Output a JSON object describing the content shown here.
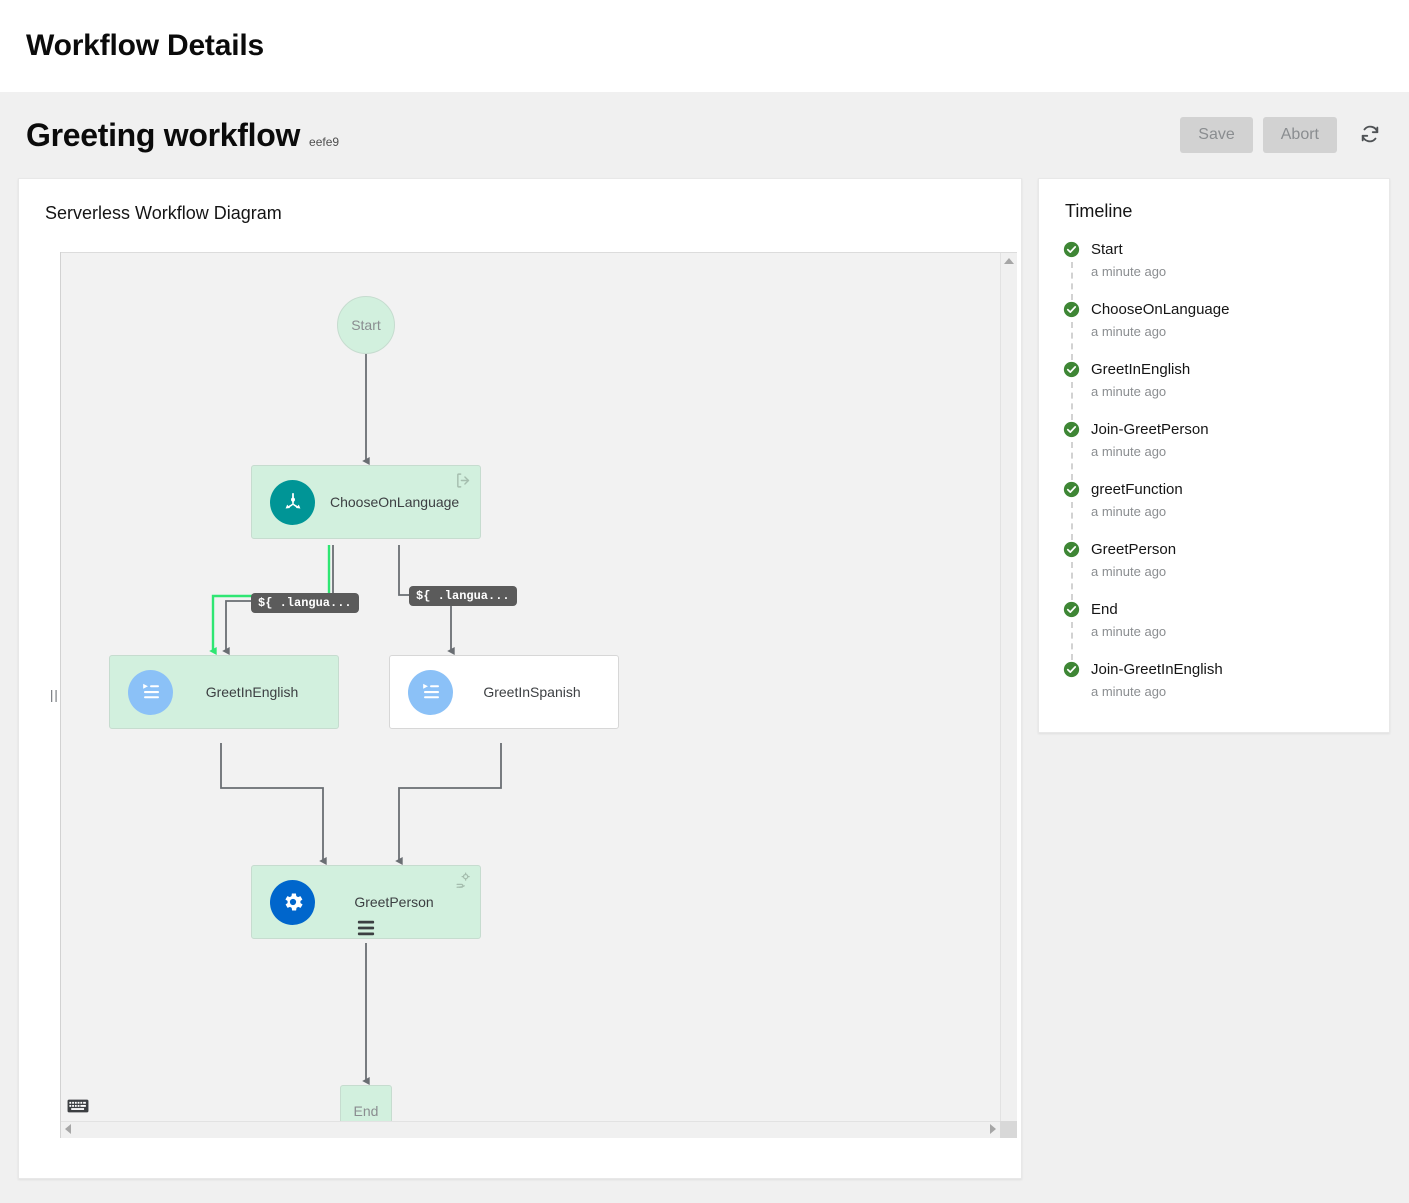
{
  "masthead": {
    "title": "Workflow Details"
  },
  "header": {
    "title": "Greeting workflow",
    "sub_id": "eefe9",
    "save_label": "Save",
    "abort_label": "Abort",
    "refresh_icon": "refresh-icon"
  },
  "diagram": {
    "card_title": "Serverless Workflow Diagram",
    "nodes": [
      {
        "id": "start",
        "label": "Start",
        "kind": "terminal",
        "state": "executed"
      },
      {
        "id": "chooseOnLanguage",
        "label": "ChooseOnLanguage",
        "kind": "switch",
        "state": "executed",
        "badge_icon": "branch-icon",
        "corner_icon": "exit-icon"
      },
      {
        "id": "greetInEnglish",
        "label": "GreetInEnglish",
        "kind": "inject",
        "state": "executed",
        "badge_icon": "inject-icon"
      },
      {
        "id": "greetInSpanish",
        "label": "GreetInSpanish",
        "kind": "inject",
        "state": "not-executed",
        "badge_icon": "inject-icon"
      },
      {
        "id": "greetPerson",
        "label": "GreetPerson",
        "kind": "operation",
        "state": "executed",
        "badge_icon": "gear-icon",
        "corner_icon": "service-hand-gear-icon",
        "bottom_icon": "stack-icon"
      },
      {
        "id": "end",
        "label": "End",
        "kind": "terminal",
        "state": "executed"
      }
    ],
    "edge_labels": [
      {
        "id": "edge-english",
        "text": "${ .langua..."
      },
      {
        "id": "edge-spanish",
        "text": "${ .langua..."
      }
    ],
    "colors": {
      "executed_fill": "#d2f0de",
      "executed_path": "#2fe673",
      "default_path": "#6a6e73",
      "switch_badge": "#009596",
      "inject_badge": "#8bc1f7",
      "operation_badge": "#0066cc",
      "canvas_bg": "#f2f2f2"
    }
  },
  "timeline": {
    "title": "Timeline",
    "items": [
      {
        "name": "Start",
        "time": "a minute ago",
        "status": "success"
      },
      {
        "name": "ChooseOnLanguage",
        "time": "a minute ago",
        "status": "success"
      },
      {
        "name": "GreetInEnglish",
        "time": "a minute ago",
        "status": "success"
      },
      {
        "name": "Join-GreetPerson",
        "time": "a minute ago",
        "status": "success"
      },
      {
        "name": "greetFunction",
        "time": "a minute ago",
        "status": "success"
      },
      {
        "name": "GreetPerson",
        "time": "a minute ago",
        "status": "success"
      },
      {
        "name": "End",
        "time": "a minute ago",
        "status": "success"
      },
      {
        "name": "Join-GreetInEnglish",
        "time": "a minute ago",
        "status": "success"
      }
    ],
    "status_color": "#3e8635"
  }
}
